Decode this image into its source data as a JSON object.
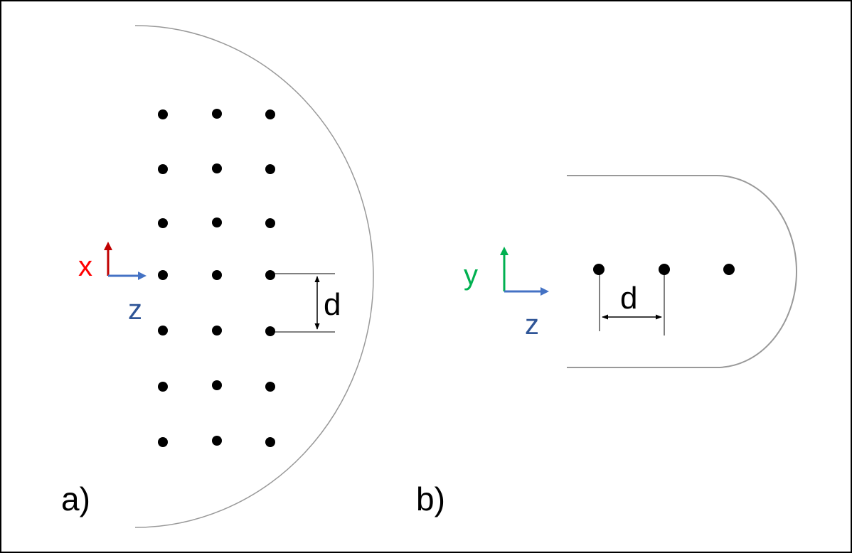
{
  "panels": {
    "a": {
      "label": "a)",
      "axis_vertical": "x",
      "axis_horizontal": "z",
      "spacing_label": "d"
    },
    "b": {
      "label": "b)",
      "axis_vertical": "y",
      "axis_horizontal": "z",
      "spacing_label": "d"
    }
  },
  "colors": {
    "x_axis": "#c00000",
    "x_label": "#ff0000",
    "z_axis": "#4472c4",
    "z_label": "#2f5597",
    "y_axis": "#00b050",
    "dot": "#000000",
    "outline": "#999999",
    "frame": "#000000"
  },
  "icons": {
    "a_axes": "axis-triad-icon",
    "b_axes": "axis-triad-icon"
  }
}
